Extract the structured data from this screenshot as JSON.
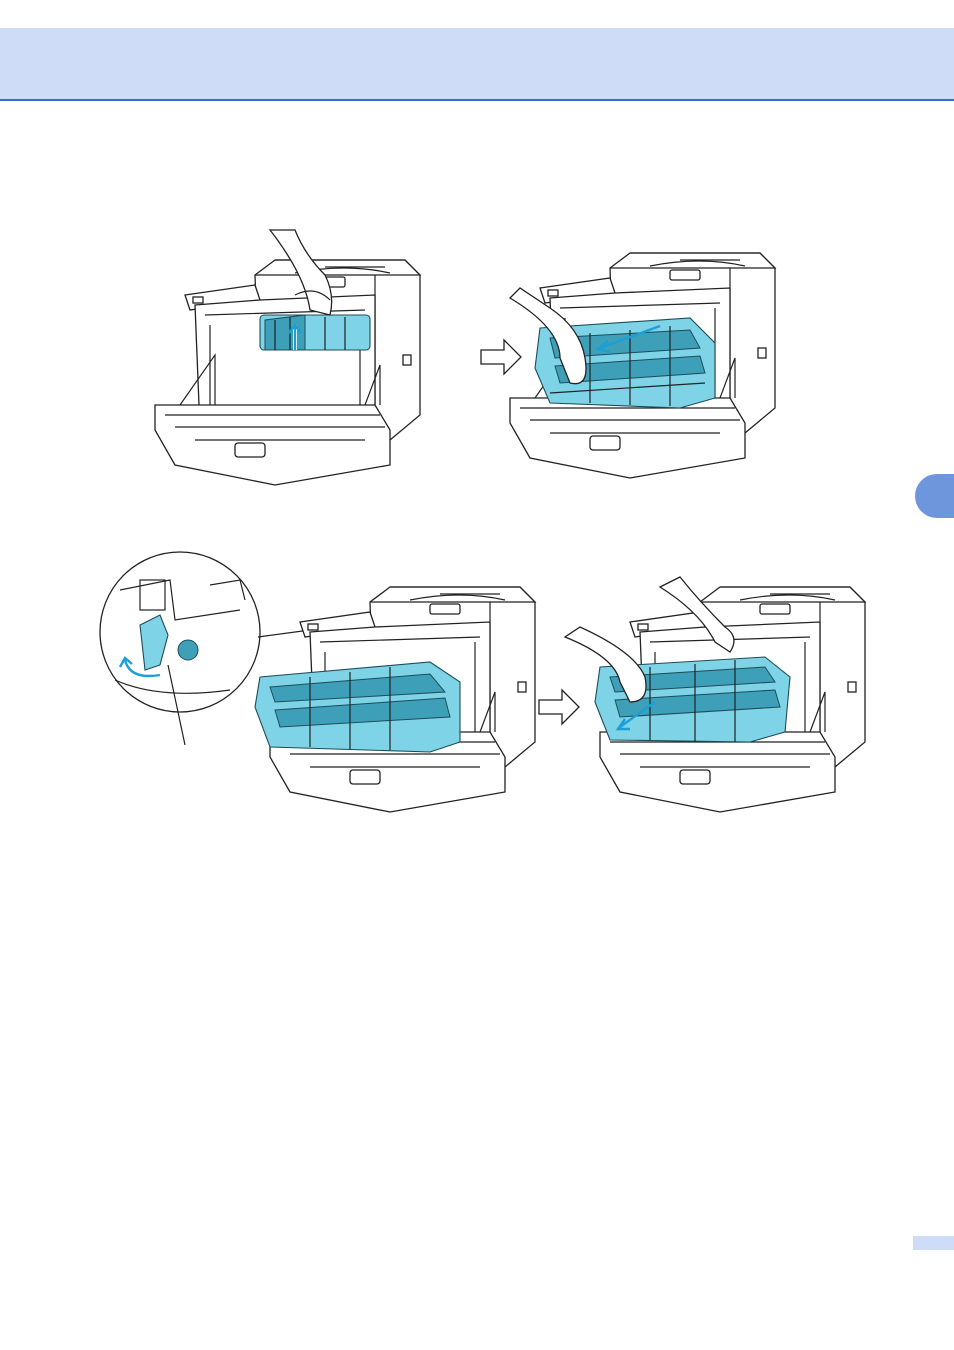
{
  "page": {
    "header_title": "",
    "page_number": ""
  },
  "figures": [
    {
      "name": "figure-step-lift-handle"
    },
    {
      "name": "figure-step-pull-out-drum"
    },
    {
      "name": "figure-step-unlock-lever"
    },
    {
      "name": "figure-step-remove-drum"
    }
  ],
  "colors": {
    "header_band": "#cfdcf7",
    "header_rule": "#2f6fd0",
    "chapter_tab": "#6e96dd",
    "drum_unit": "#7fd3e6"
  }
}
